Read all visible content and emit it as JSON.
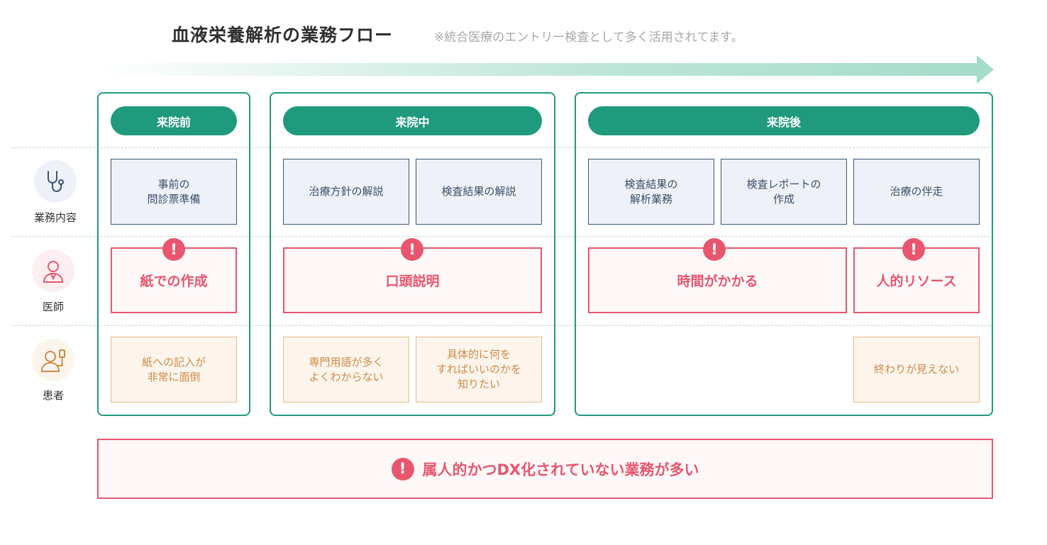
{
  "title": "血液栄養解析の業務フロー",
  "subtitle": "※統合医療のエントリー検査として多く活用されてます。",
  "roles": [
    {
      "label": "業務内容",
      "icon": "stethoscope-icon"
    },
    {
      "label": "医師",
      "icon": "doctor-icon"
    },
    {
      "label": "患者",
      "icon": "patient-icon"
    }
  ],
  "phases": {
    "before": {
      "label": "来院前",
      "tasks": [
        "事前の\n問診票準備"
      ],
      "issues": [
        "紙での作成"
      ],
      "patient": [
        "紙への記入が\n非常に面倒"
      ]
    },
    "during": {
      "label": "来院中",
      "tasks": [
        "治療方針の解説",
        "検査結果の解説"
      ],
      "issues": [
        "口頭説明"
      ],
      "patient": [
        "専門用語が多く\nよくわからない",
        "具体的に何を\nすればいいのかを\n知りたい"
      ]
    },
    "after": {
      "label": "来院後",
      "tasks": [
        "検査結果の\n解析業務",
        "検査レポートの\n作成",
        "治療の伴走"
      ],
      "issues": [
        "時間がかかる",
        "人的リソース"
      ],
      "patient": [
        "終わりが見えない"
      ]
    }
  },
  "alert_mark": "!",
  "summary": "属人的かつDX化されていない業務が多い",
  "colors": {
    "primary": "#1f9a7d",
    "alert": "#e8566e",
    "task_border": "#3c5575",
    "patient_text": "#cf8a47",
    "arrow": "#a6dcc9"
  }
}
